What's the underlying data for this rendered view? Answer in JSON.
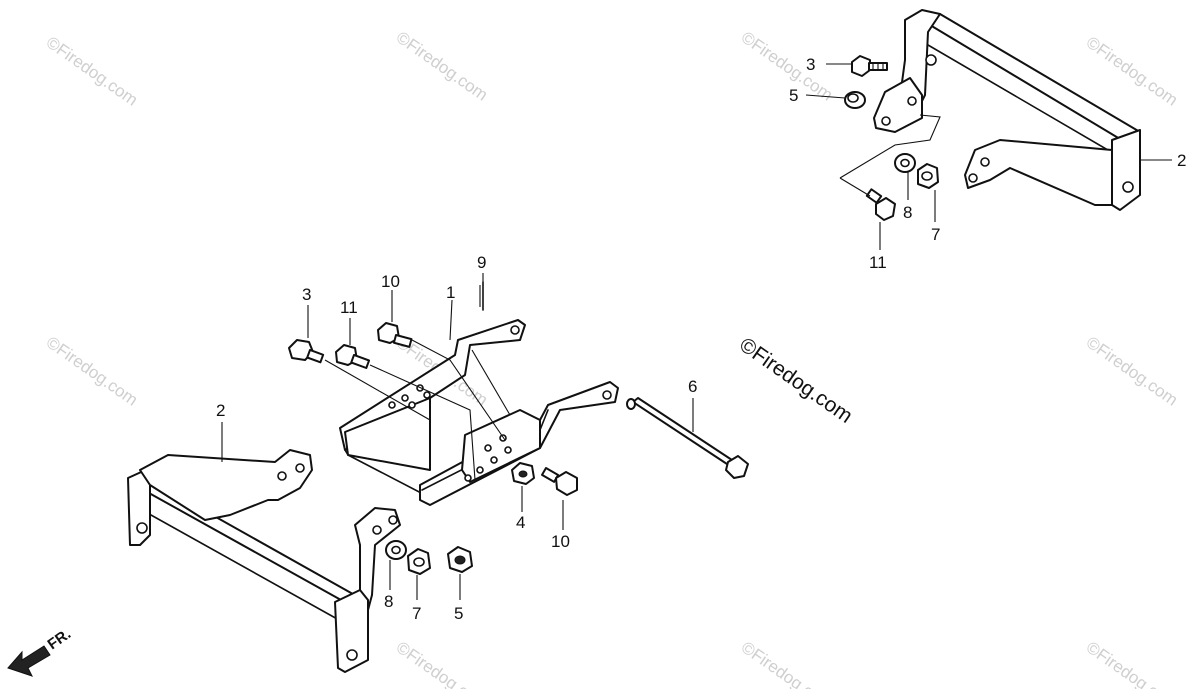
{
  "watermark": {
    "main_text": "©Firedog.com",
    "tile_text": "©Firedog.com"
  },
  "direction_marker": {
    "label": "FR."
  },
  "callouts": {
    "c1": "1",
    "c2_left": "2",
    "c2_right": "2",
    "c3_left": "3",
    "c3_right": "3",
    "c4": "4",
    "c5_right": "5",
    "c5_bottom": "5",
    "c6": "6",
    "c7_bottom": "7",
    "c7_right": "7",
    "c8_bottom": "8",
    "c8_right": "8",
    "c9": "9",
    "c10_top": "10",
    "c10_bottom": "10",
    "c11_left": "11",
    "c11_right": "11"
  }
}
